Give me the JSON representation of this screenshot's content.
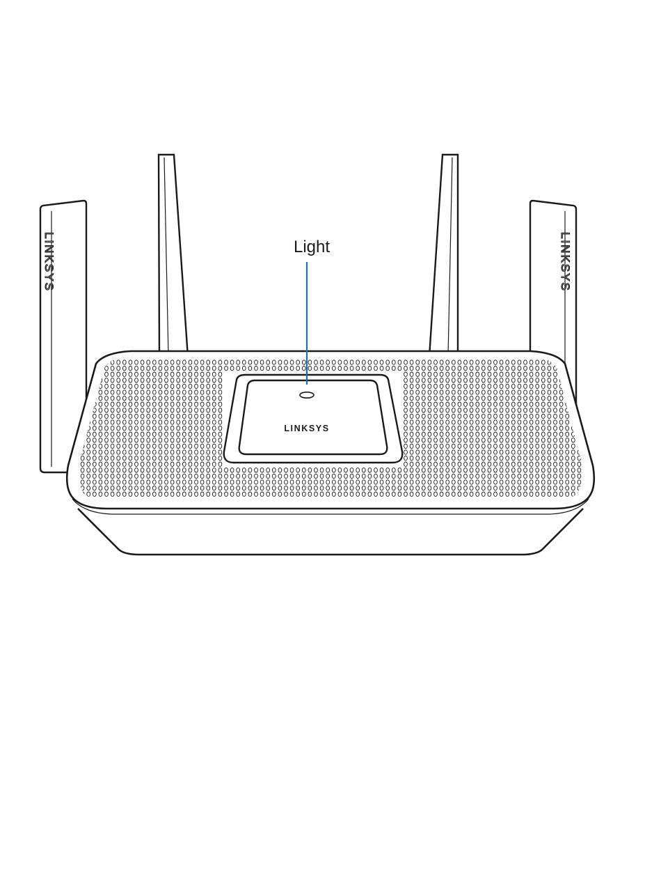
{
  "callout": {
    "label": "Light",
    "line_color": "#1a6fb5"
  },
  "brand": {
    "top_logo": "LINKSYS",
    "left_antenna_logo": "LINKSYS",
    "right_antenna_logo": "LINKSYS"
  },
  "colors": {
    "outline": "#1a1a1a",
    "background": "#ffffff"
  }
}
